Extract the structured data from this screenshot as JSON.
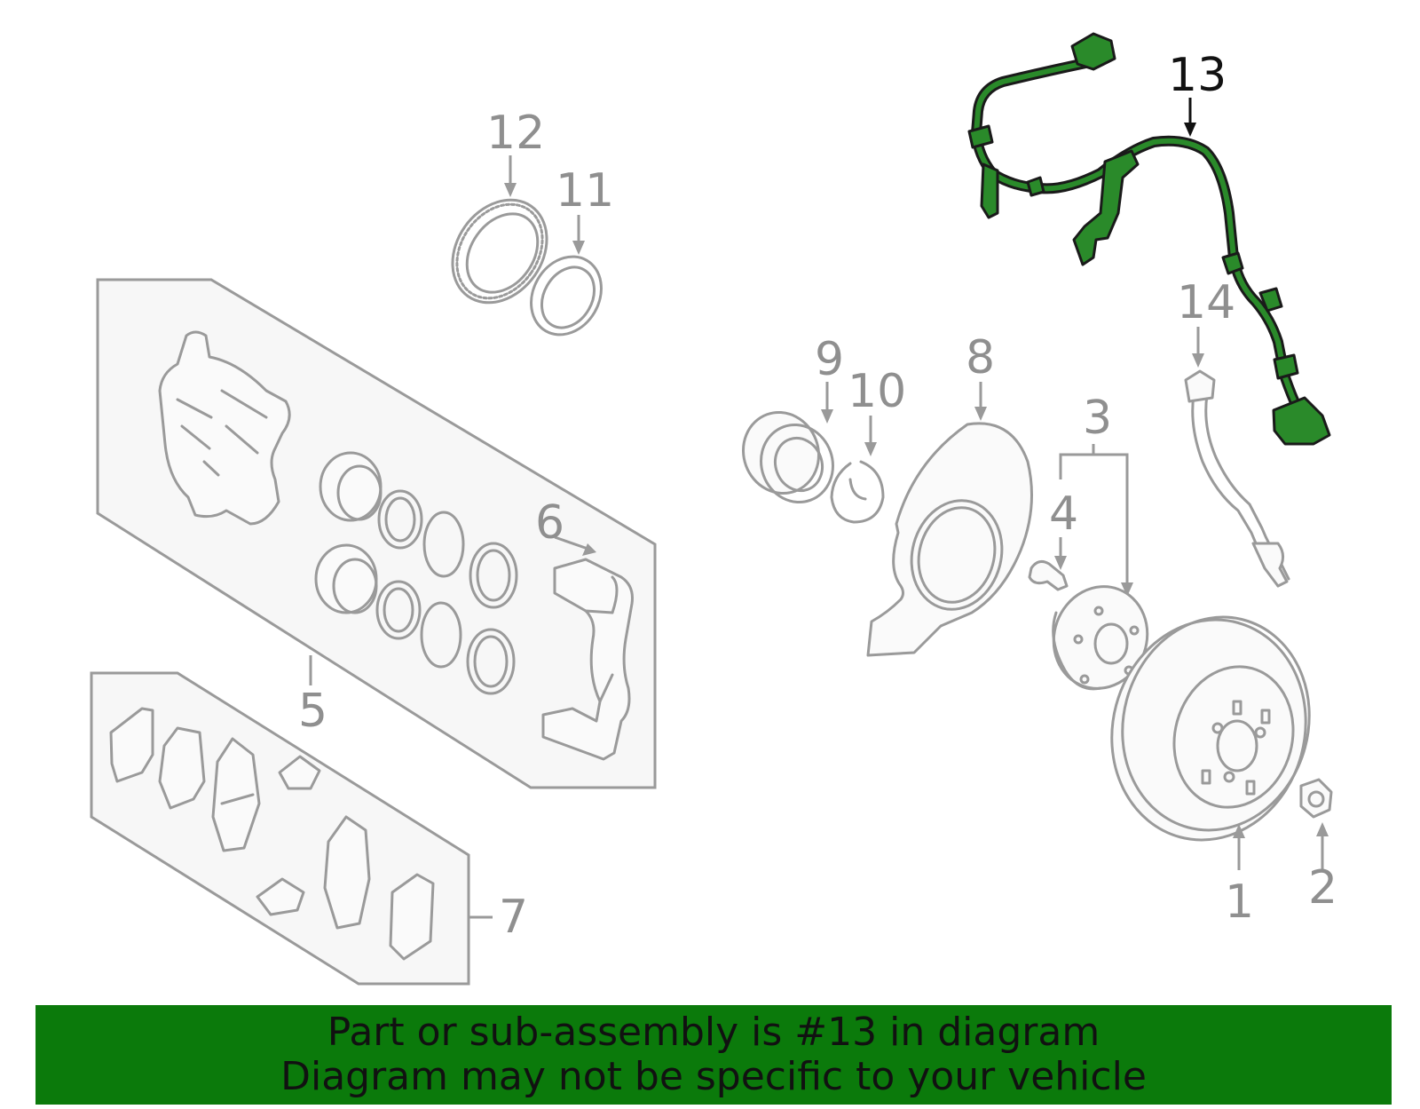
{
  "diagram": {
    "callouts": {
      "c1": "1",
      "c2": "2",
      "c3": "3",
      "c4": "4",
      "c5": "5",
      "c6": "6",
      "c7": "7",
      "c8": "8",
      "c9": "9",
      "c10": "10",
      "c11": "11",
      "c12": "12",
      "c13": "13",
      "c14": "14"
    },
    "highlighted_part": "13",
    "highlight_color": "#2a8a2a",
    "part_line_color": "#9a9a9a"
  },
  "banner": {
    "line1": "Part or sub-assembly is #13 in diagram",
    "line2": "Diagram may not be specific to your vehicle",
    "background_color": "#0b7a0b"
  }
}
